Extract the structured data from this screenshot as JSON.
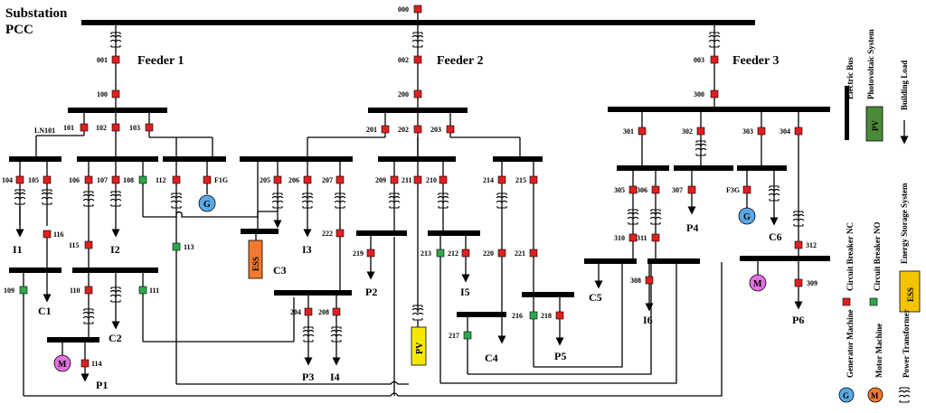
{
  "title": {
    "line1": "Substation",
    "line2": "PCC"
  },
  "feeders": [
    "Feeder 1",
    "Feeder 2",
    "Feeder 3"
  ],
  "nodes": {
    "n000": "000",
    "n001": "001",
    "n002": "002",
    "n003": "003",
    "n100": "100",
    "n200": "200",
    "n300": "300",
    "n101": "101",
    "n102": "102",
    "n103": "103",
    "ln101": "LN101",
    "n104": "104",
    "n105": "105",
    "n106": "106",
    "n107": "107",
    "n108": "108",
    "n112": "112",
    "f1g": "F1G",
    "n116": "116",
    "n115": "115",
    "n113": "113",
    "n109": "109",
    "n110": "110",
    "n111": "111",
    "n114": "114",
    "n201": "201",
    "n202": "202",
    "n203": "203",
    "n205": "205",
    "n206": "206",
    "n207": "207",
    "n222": "222",
    "n209": "209",
    "n211": "211",
    "n210": "210",
    "n214": "214",
    "n215": "215",
    "n219": "219",
    "n213": "213",
    "n212": "212",
    "n220": "220",
    "n221": "221",
    "n204": "204",
    "n208": "208",
    "n216": "216",
    "n218": "218",
    "n217": "217",
    "n301": "301",
    "n302": "302",
    "n303": "303",
    "n304": "304",
    "n305": "305",
    "n306": "306",
    "n307": "307",
    "f3g": "F3G",
    "n310": "310",
    "n311": "311",
    "n312": "312",
    "n308": "308",
    "n309": "309"
  },
  "loads": {
    "I1": "I1",
    "I2": "I2",
    "C1": "C1",
    "C2": "C2",
    "P1": "P1",
    "C3": "C3",
    "I3": "I3",
    "P2": "P2",
    "P3": "P3",
    "I4": "I4",
    "I5": "I5",
    "C4": "C4",
    "P5": "P5",
    "P4": "P4",
    "C5": "C5",
    "C6": "C6",
    "I6": "I6",
    "P6": "P6"
  },
  "symbols": {
    "gen": "G",
    "motor": "M",
    "ess": "ESS",
    "pv": "PV"
  },
  "legend": {
    "electric_bus": "Electric Bus",
    "pv_system": "Photovoltaic System",
    "building_load": "Building Load",
    "cb_nc": "Circuit Breaker NC",
    "cb_no": "Circuit Breaker NO",
    "ess": "Energy Storage System",
    "generator": "Generator Machine",
    "motor": "Motor Machine",
    "power_transformer": "Power Transformer"
  },
  "colors": {
    "breaker_nc": "#e02020",
    "breaker_no": "#2ea84a",
    "generator": "#5aa9e6",
    "motor": "#e070e0",
    "ess": "#f07a30",
    "pv": "#f5e800",
    "pv_legend": "#4a8a3a",
    "ess_legend": "#f5c400"
  }
}
